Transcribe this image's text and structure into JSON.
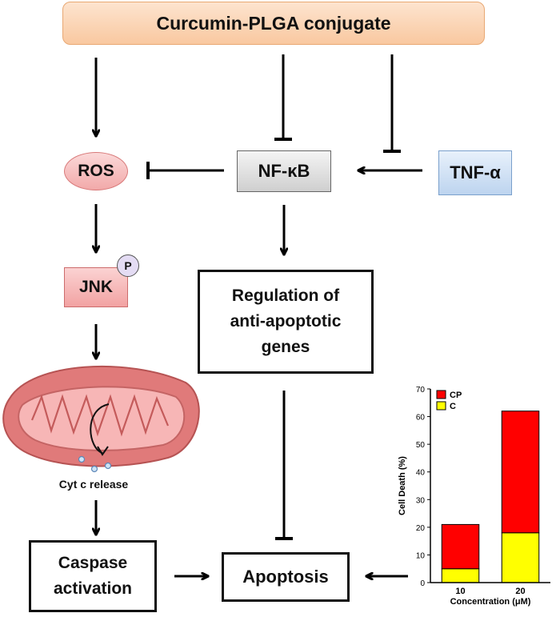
{
  "nodes": {
    "top": "Curcumin-PLGA conjugate",
    "ros": "ROS",
    "nfkb": "NF-κB",
    "tnf": "TNF-α",
    "jnk": "JNK",
    "phospho": "P",
    "regulation": [
      "Regulation of",
      "anti-apoptotic",
      "genes"
    ],
    "cyt_c": "Cyt c release",
    "caspase": [
      "Caspase",
      "activation"
    ],
    "apoptosis": "Apoptosis"
  },
  "colors": {
    "top_fill": "#f9c8a0",
    "ros_fill": "#f2a9a9",
    "jnk_fill": "#f2a2a2",
    "nfkb_fill": "#cfcfcf",
    "tnf_fill": "#bdd4ef",
    "mitochondrion": "#e07a7a",
    "cp_series": "#ff0000",
    "c_series": "#ffff00"
  },
  "chart_data": {
    "type": "bar",
    "stacked": true,
    "categories": [
      "10",
      "20"
    ],
    "series": [
      {
        "name": "C",
        "values": [
          5,
          18
        ]
      },
      {
        "name": "CP",
        "values": [
          16,
          44
        ]
      }
    ],
    "title": "",
    "xlabel": "Concentration (μM)",
    "ylabel": "Cell Death (%)",
    "ylim": [
      0,
      70
    ],
    "yticks": [
      "0",
      "10",
      "20",
      "30",
      "40",
      "50",
      "60",
      "70"
    ],
    "legend": [
      "CP",
      "C"
    ],
    "legend_position": "top-left",
    "grid": false
  }
}
